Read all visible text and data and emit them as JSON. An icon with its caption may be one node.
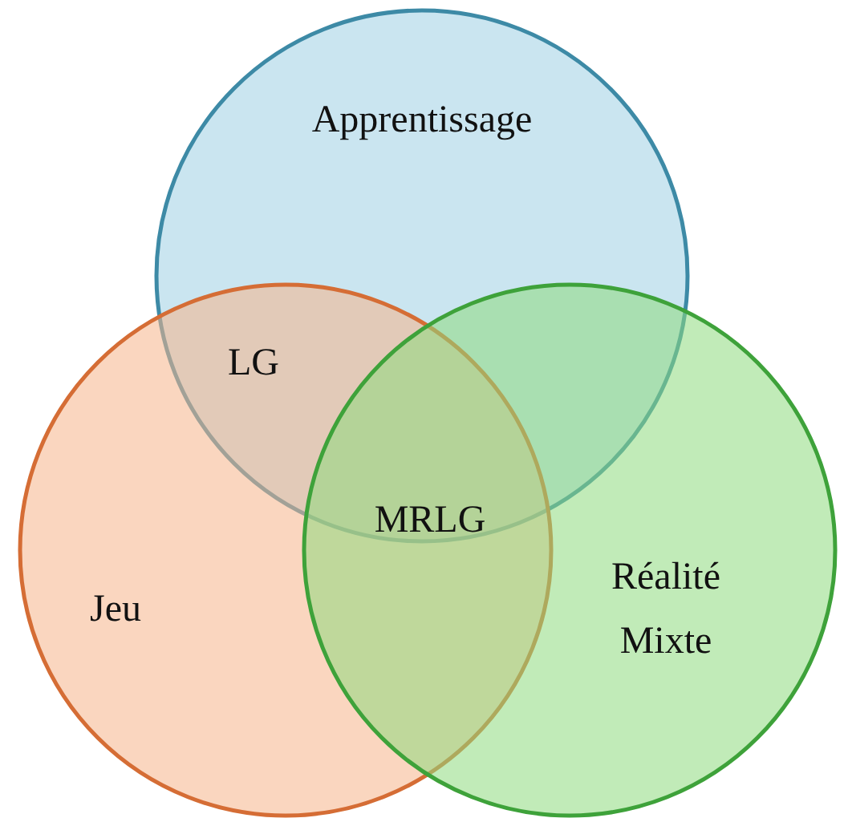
{
  "diagram": {
    "nodes": [
      {
        "text": [
          "Apprentissage"
        ]
      },
      {
        "text": [
          "Jeu"
        ]
      },
      {
        "text": [
          "Réalité Mixte"
        ]
      }
    ],
    "labels": [
      "LG",
      "MRLG"
    ]
  }
}
